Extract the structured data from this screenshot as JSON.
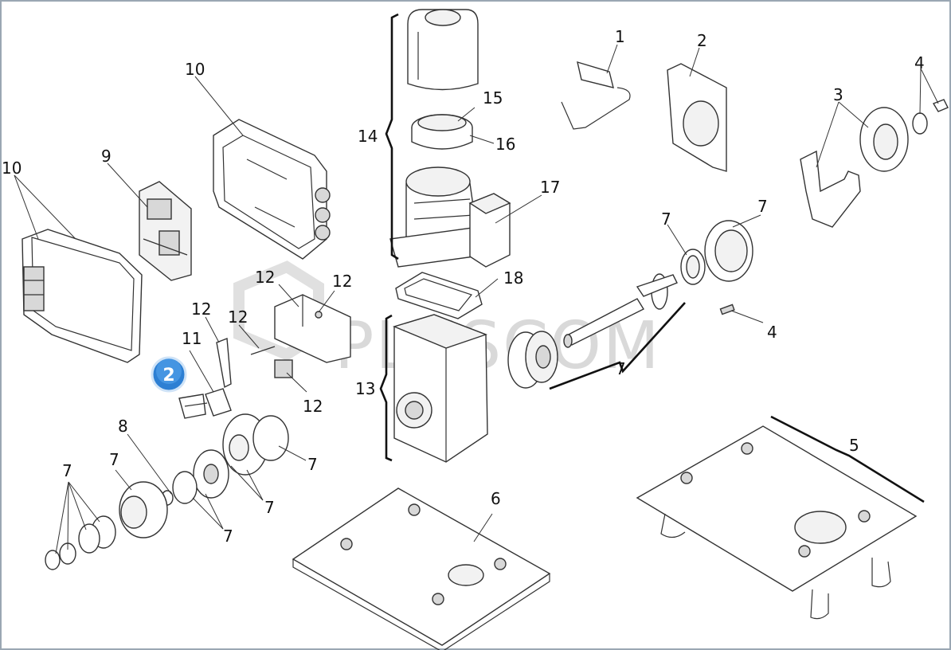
{
  "watermark": "PLUSCOM",
  "selected_badge": {
    "label": "2",
    "color": "#4a9ee6"
  },
  "callouts": [
    {
      "id": "c1",
      "label": "1"
    },
    {
      "id": "c2",
      "label": "2"
    },
    {
      "id": "c3",
      "label": "3"
    },
    {
      "id": "c4a",
      "label": "4"
    },
    {
      "id": "c4b",
      "label": "4"
    },
    {
      "id": "c5",
      "label": "5"
    },
    {
      "id": "c6",
      "label": "6"
    },
    {
      "id": "c7a",
      "label": "7"
    },
    {
      "id": "c7b",
      "label": "7"
    },
    {
      "id": "c7c",
      "label": "7"
    },
    {
      "id": "c7d",
      "label": "7"
    },
    {
      "id": "c7e",
      "label": "7"
    },
    {
      "id": "c7f",
      "label": "7"
    },
    {
      "id": "c7g",
      "label": "7"
    },
    {
      "id": "c7h",
      "label": "7"
    },
    {
      "id": "c8",
      "label": "8"
    },
    {
      "id": "c9",
      "label": "9"
    },
    {
      "id": "c10a",
      "label": "10"
    },
    {
      "id": "c10b",
      "label": "10"
    },
    {
      "id": "c11",
      "label": "11"
    },
    {
      "id": "c12a",
      "label": "12"
    },
    {
      "id": "c12b",
      "label": "12"
    },
    {
      "id": "c12c",
      "label": "12"
    },
    {
      "id": "c12d",
      "label": "12"
    },
    {
      "id": "c12e",
      "label": "12"
    },
    {
      "id": "c13",
      "label": "13"
    },
    {
      "id": "c14",
      "label": "14"
    },
    {
      "id": "c15",
      "label": "15"
    },
    {
      "id": "c16",
      "label": "16"
    },
    {
      "id": "c17",
      "label": "17"
    },
    {
      "id": "c18",
      "label": "18"
    }
  ]
}
